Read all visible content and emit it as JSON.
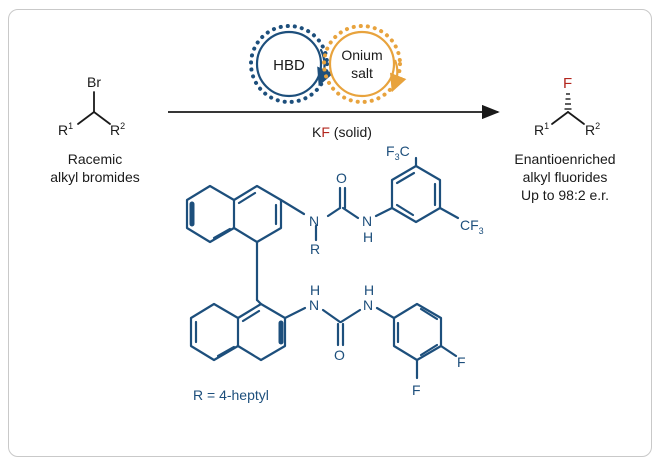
{
  "catalysis": {
    "hbd_label": "HBD",
    "onium_line1": "Onium",
    "onium_line2": "salt",
    "colors": {
      "hbd": "#1d4f7c",
      "onium": "#e8a33d",
      "fluorine": "#b3261e"
    }
  },
  "reagent": {
    "prefix": "K",
    "element": "F",
    "suffix": " (solid)"
  },
  "substrate": {
    "halogen": "Br",
    "r1": "R",
    "r1_sup": "1",
    "r2": "R",
    "r2_sup": "2",
    "caption_line1": "Racemic",
    "caption_line2": "alkyl bromides"
  },
  "product": {
    "halogen": "F",
    "r1": "R",
    "r1_sup": "1",
    "r2": "R",
    "r2_sup": "2",
    "caption_line1": "Enantioenriched",
    "caption_line2": "alkyl fluorides",
    "caption_line3": "Up to 98:2 e.r."
  },
  "catalyst": {
    "upper_n": "N",
    "upper_r": "R",
    "upper_o": "O",
    "upper_nh_n": "N",
    "upper_nh_h": "H",
    "cf3_top": "F",
    "cf3_top_sub": "3",
    "cf3_top_c": "C",
    "cf3_right_c": "CF",
    "cf3_right_sub": "3",
    "lower_nh1_n": "N",
    "lower_nh1_h": "H",
    "lower_o": "O",
    "lower_nh2_n": "N",
    "lower_nh2_h": "H",
    "f_right": "F",
    "f_bottom": "F",
    "r_definition": "R = 4-heptyl"
  }
}
